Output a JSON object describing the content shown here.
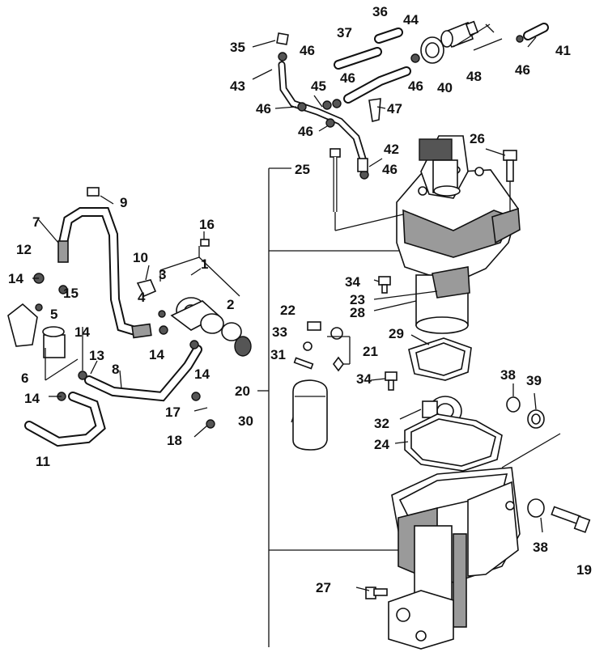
{
  "diagram": {
    "callouts": {
      "p1": "1",
      "p2": "2",
      "p3": "3",
      "p4": "4",
      "p5": "5",
      "p6": "6",
      "p7": "7",
      "p8": "8",
      "p9": "9",
      "p10": "10",
      "p11": "11",
      "p12": "12",
      "p13": "13",
      "p14a": "14",
      "p14b": "14",
      "p14c": "14",
      "p14d": "14",
      "p14e": "14",
      "p15": "15",
      "p16": "16",
      "p17": "17",
      "p18": "18",
      "p19": "19",
      "p20": "20",
      "p21": "21",
      "p22": "22",
      "p23": "23",
      "p24": "24",
      "p25": "25",
      "p26": "26",
      "p27": "27",
      "p28": "28",
      "p29": "29",
      "p30": "30",
      "p31": "31",
      "p32": "32",
      "p33": "33",
      "p34a": "34",
      "p34b": "34",
      "p35": "35",
      "p36": "36",
      "p37": "37",
      "p38a": "38",
      "p38b": "38",
      "p39": "39",
      "p40": "40",
      "p41": "41",
      "p42": "42",
      "p43": "43",
      "p44": "44",
      "p45": "45",
      "p46a": "46",
      "p46b": "46",
      "p46c": "46",
      "p46d": "46",
      "p46e": "46",
      "p46f": "46",
      "p46g": "46",
      "p47": "47",
      "p48": "48"
    }
  }
}
